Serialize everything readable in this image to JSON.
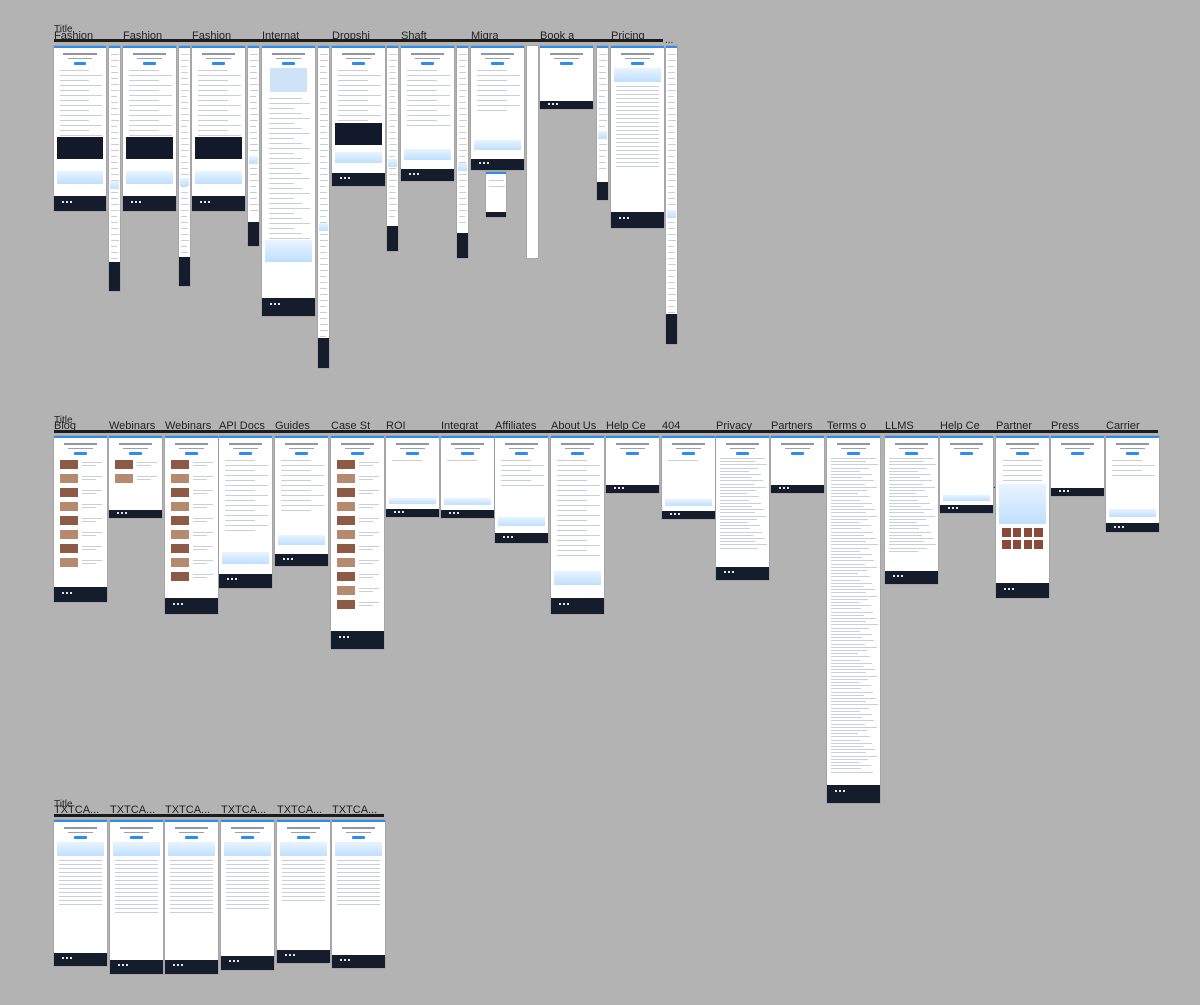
{
  "rows": [
    {
      "title": "Title",
      "frames": [
        {
          "label": "Fashion",
          "variant": "fashion"
        },
        {
          "label": "",
          "variant": "mobile"
        },
        {
          "label": "Fashion",
          "variant": "fashion"
        },
        {
          "label": "",
          "variant": "mobile"
        },
        {
          "label": "Fashion",
          "variant": "fashion"
        },
        {
          "label": "",
          "variant": "mobile"
        },
        {
          "label": "Internat",
          "variant": "long"
        },
        {
          "label": "",
          "variant": "mobile"
        },
        {
          "label": "Dropshi",
          "variant": "dark"
        },
        {
          "label": "",
          "variant": "mobile"
        },
        {
          "label": "Shaft",
          "variant": "standard"
        },
        {
          "label": "",
          "variant": "mobile"
        },
        {
          "label": "Migration",
          "variant": "standard"
        },
        {
          "label": "",
          "variant": "snippet"
        },
        {
          "label": "",
          "variant": "blank"
        },
        {
          "label": "Book a",
          "variant": "short"
        },
        {
          "label": "",
          "variant": "mobile"
        },
        {
          "label": "Pricing",
          "variant": "table"
        },
        {
          "label": "",
          "variant": "mobile"
        }
      ],
      "ellipsis": "..."
    },
    {
      "title": "Title",
      "frames": [
        {
          "label": "Blog",
          "variant": "blog"
        },
        {
          "label": "Webinars",
          "variant": "blog"
        },
        {
          "label": "Webinars",
          "variant": "blog"
        },
        {
          "label": "API Docs",
          "variant": "docs"
        },
        {
          "label": "Guides",
          "variant": "standard"
        },
        {
          "label": "Case St",
          "variant": "cases"
        },
        {
          "label": "ROI",
          "variant": "standard"
        },
        {
          "label": "Integrat",
          "variant": "standard"
        },
        {
          "label": "Affiliates",
          "variant": "standard"
        },
        {
          "label": "About Us",
          "variant": "standard"
        },
        {
          "label": "Help Ce",
          "variant": "standard"
        },
        {
          "label": "404",
          "variant": "short"
        },
        {
          "label": "Privacy",
          "variant": "text"
        },
        {
          "label": "Partners",
          "variant": "standard"
        },
        {
          "label": "Terms o",
          "variant": "text"
        },
        {
          "label": "LLMS",
          "variant": "text"
        },
        {
          "label": "Help Ce",
          "variant": "standard"
        },
        {
          "label": "Partner",
          "variant": "partner"
        },
        {
          "label": "Press",
          "variant": "short"
        },
        {
          "label": "Carrier",
          "variant": "standard"
        }
      ],
      "ellipsis": "..."
    },
    {
      "title": "Title",
      "frames": [
        {
          "label": "TXTCA...",
          "variant": "pricing"
        },
        {
          "label": "TXTCA...",
          "variant": "pricing"
        },
        {
          "label": "TXTCA...",
          "variant": "pricing"
        },
        {
          "label": "TXTCA...",
          "variant": "pricing"
        },
        {
          "label": "TXTCA...",
          "variant": "pricing"
        },
        {
          "label": "TXTCA...",
          "variant": "pricing"
        }
      ]
    }
  ],
  "colors": {
    "canvas": "#b3b3b3",
    "accent": "#2d8cf0",
    "footer": "#151c2c",
    "frame": "#ffffff"
  }
}
